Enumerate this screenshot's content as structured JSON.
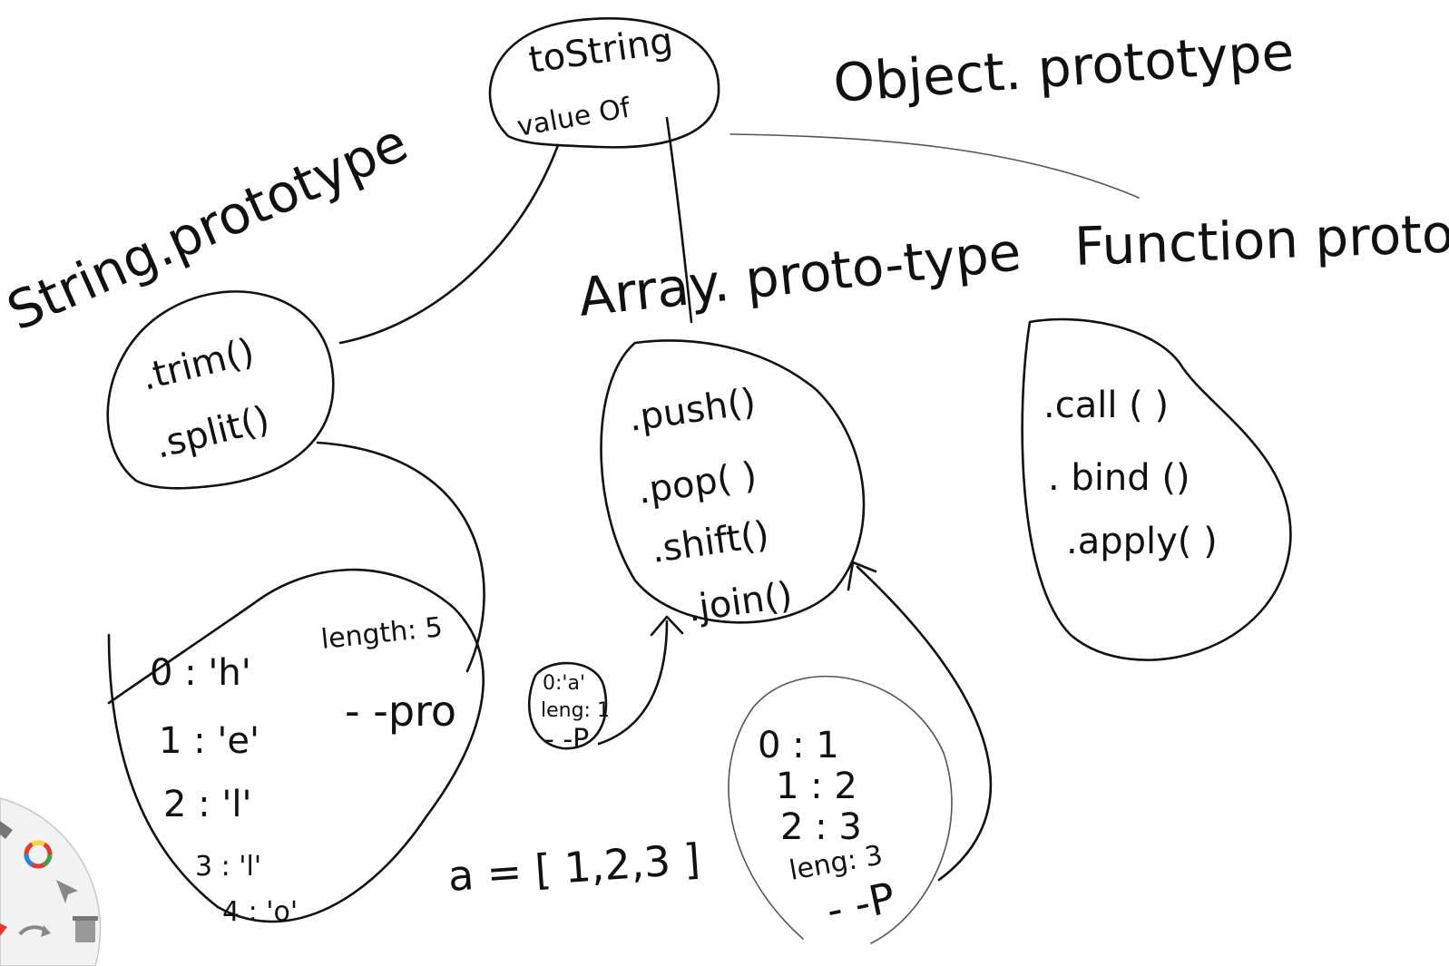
{
  "object_proto": {
    "title": "Object. prototype",
    "methods": [
      "toString",
      "value Of"
    ]
  },
  "string_proto": {
    "title": "String.prototype",
    "methods": [
      ".trim()",
      ".split()"
    ]
  },
  "array_proto": {
    "title": "Array. proto-type",
    "methods": [
      ".push()",
      ".pop( )",
      ".shift()",
      ".join()"
    ]
  },
  "function_proto": {
    "title": "Function prototype",
    "methods": [
      ".call ( )",
      ". bind ()",
      ".apply( )"
    ]
  },
  "string_instance": {
    "entries": [
      "0 : 'h'",
      "1 : 'e'",
      "2 : 'l'",
      "3 : 'l'",
      "4 : 'o'"
    ],
    "length": "length: 5",
    "proto": "- -pro"
  },
  "small_array": {
    "entry": "0:'a'",
    "length": "leng: 1",
    "proto": "- -P"
  },
  "array_instance": {
    "entries": [
      "0 : 1",
      "1 : 2",
      "2 : 3"
    ],
    "length": "leng:  3",
    "proto": "- -P"
  },
  "code": {
    "assignment": "a = [ 1,2,3 ]"
  },
  "toolbar": {
    "icons": [
      "pen-icon",
      "color-wheel-icon",
      "pointer-icon",
      "undo-icon",
      "redo-icon",
      "trash-icon"
    ],
    "ink_color": "#111111"
  }
}
